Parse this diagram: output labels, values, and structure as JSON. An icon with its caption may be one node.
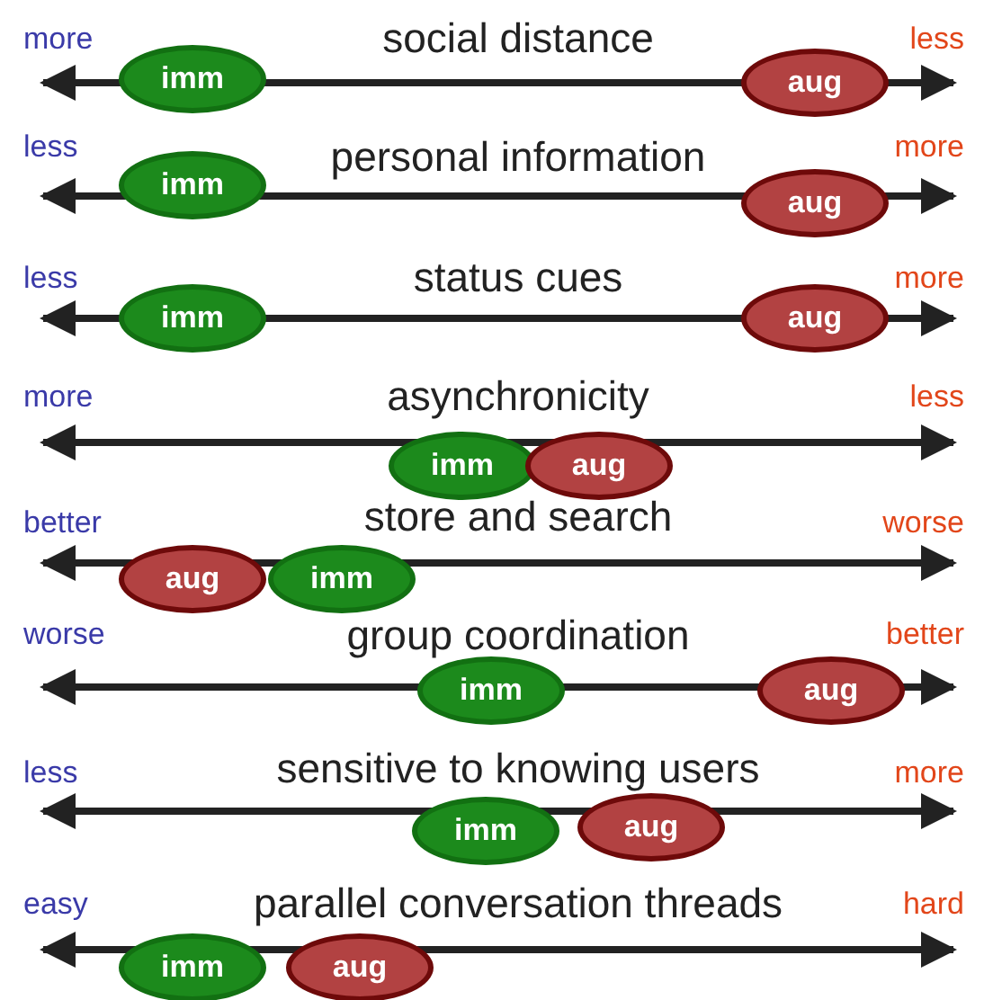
{
  "diagram": {
    "nodes": [
      {
        "text": [
          "imm"
        ]
      },
      {
        "text": [
          "aug"
        ]
      },
      {
        "text": [
          "imm"
        ]
      },
      {
        "text": [
          "aug"
        ]
      },
      {
        "text": [
          "imm"
        ]
      },
      {
        "text": [
          "aug"
        ]
      },
      {
        "text": [
          "imm"
        ]
      },
      {
        "text": [
          "aug"
        ]
      },
      {
        "text": [
          "aug"
        ]
      },
      {
        "text": [
          "imm"
        ]
      },
      {
        "text": [
          "imm"
        ]
      },
      {
        "text": [
          "aug"
        ]
      },
      {
        "text": [
          "imm"
        ]
      },
      {
        "text": [
          "aug"
        ]
      },
      {
        "text": [
          "imm"
        ]
      },
      {
        "text": [
          "aug"
        ]
      }
    ],
    "labels": [
      "more",
      "social distance",
      "less",
      "less",
      "personal information",
      "more",
      "less",
      "status cues",
      "more",
      "more",
      "asynchronicity",
      "less",
      "better",
      "store and search",
      "worse",
      "worse",
      "group coordination",
      "better",
      "less",
      "sensitive to knowing users",
      "more",
      "easy",
      "parallel conversation threads",
      "hard"
    ]
  }
}
